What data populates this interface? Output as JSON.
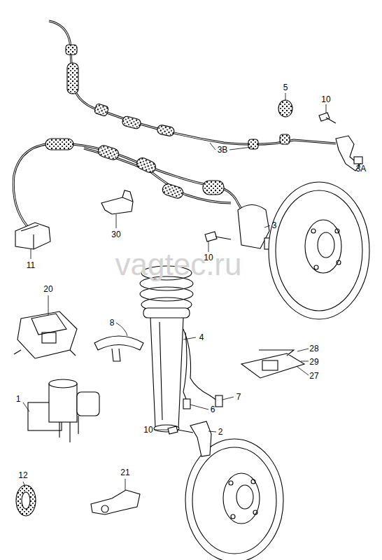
{
  "diagram": {
    "labels": [
      "5",
      "10",
      "3B",
      "3A",
      "3",
      "30",
      "11",
      "10",
      "vagtec.ru",
      "20",
      "8",
      "4",
      "28",
      "29",
      "27",
      "7",
      "6",
      "1",
      "10",
      "2",
      "12",
      "21"
    ]
  }
}
